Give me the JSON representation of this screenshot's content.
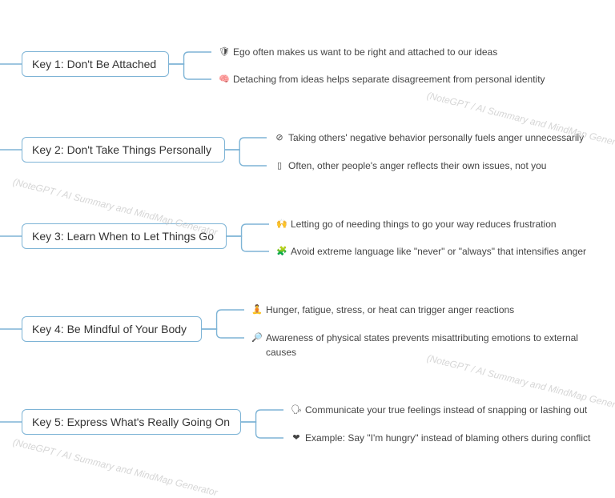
{
  "keys": [
    {
      "label": "Key 1: Don't Be Attached",
      "points": [
        {
          "icon": "shield-icon",
          "glyph": "🛡",
          "text": "Ego often makes us want to be right and attached to our ideas"
        },
        {
          "icon": "brain-icon",
          "glyph": "🧠",
          "text": "Detaching from ideas helps separate disagreement from personal identity"
        }
      ]
    },
    {
      "label": "Key 2: Don't Take Things Personally",
      "points": [
        {
          "icon": "prohibited-icon",
          "glyph": "⊘",
          "text": "Taking others' negative behavior personally fuels anger unnecessarily"
        },
        {
          "icon": "mirror-icon",
          "glyph": "▯",
          "text": "Often, other people's anger reflects their own issues, not you"
        }
      ]
    },
    {
      "label": "Key 3: Learn When to Let Things Go",
      "points": [
        {
          "icon": "raised-hands-icon",
          "glyph": "🙌",
          "text": "Letting go of needing things to go your way reduces frustration"
        },
        {
          "icon": "puzzle-icon",
          "glyph": "🧩",
          "text": "Avoid extreme language like \"never\" or \"always\" that intensifies anger"
        }
      ]
    },
    {
      "label": "Key 4: Be Mindful of Your Body",
      "points": [
        {
          "icon": "person-meditating-icon",
          "glyph": "🧘",
          "text": "Hunger, fatigue, stress, or heat can trigger anger reactions"
        },
        {
          "icon": "magnifier-icon",
          "glyph": "🔎",
          "text": "Awareness of physical states prevents misattributing emotions to external causes"
        }
      ]
    },
    {
      "label": "Key 5: Express What's Really Going On",
      "points": [
        {
          "icon": "speech-icon",
          "glyph": "🗣",
          "text": "Communicate your true feelings instead of snapping or lashing out"
        },
        {
          "icon": "heart-icon",
          "glyph": "❤",
          "text": "Example: Say \"I'm hungry\" instead of blaming others during conflict"
        }
      ]
    }
  ],
  "watermark": "(NoteGPT / AI Summary and MindMap Generator",
  "colors": {
    "connector": "#7eb4d6",
    "node_border": "#7eb4d6"
  }
}
